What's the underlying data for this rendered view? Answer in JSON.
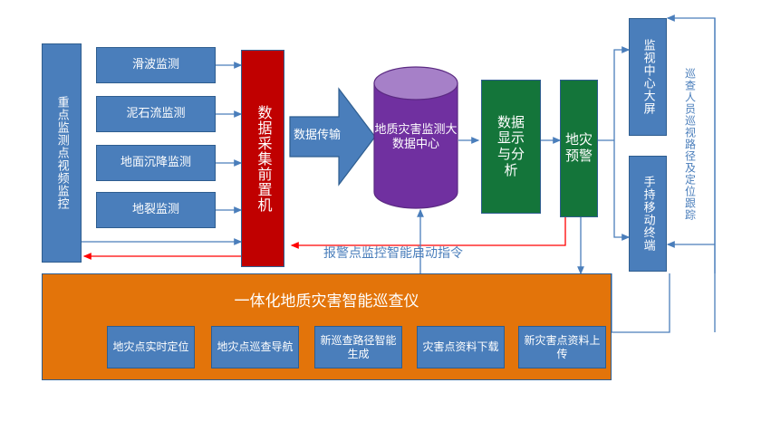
{
  "diagram": {
    "title_text": "一体化地质灾害智能巡查仪",
    "colors": {
      "blue": "#4a7ebb",
      "red": "#c00000",
      "green": "#14753a",
      "orange": "#e3740a",
      "purple": "#7030a0",
      "purple_top": "#a680c8",
      "line_blue": "#4a7ebb",
      "line_red": "#ff0000",
      "border": "#2e5d8f"
    },
    "left": {
      "video_box": "重点监测点视频监控",
      "sensors": [
        "滑波监测",
        "泥石流监测",
        "地面沉降监测",
        "地裂监测"
      ]
    },
    "collector": "数据采集前置机",
    "transfer_arrow": "数据传输",
    "data_center": "地质灾害监测大数据中心",
    "analysis": "数据显示与分析",
    "warning": "地灾预警",
    "terminals": [
      "监视中心大屏",
      "手持移动终端"
    ],
    "patrol_label": "巡查人员巡视路径及定位跟踪",
    "alarm_label": "报警点监控智能启动指令",
    "functions": [
      "地灾点实时定位",
      "地灾点巡查导航",
      "新巡查路径智能生成",
      "灾害点资料下载",
      "新灾害点资料上传"
    ]
  }
}
